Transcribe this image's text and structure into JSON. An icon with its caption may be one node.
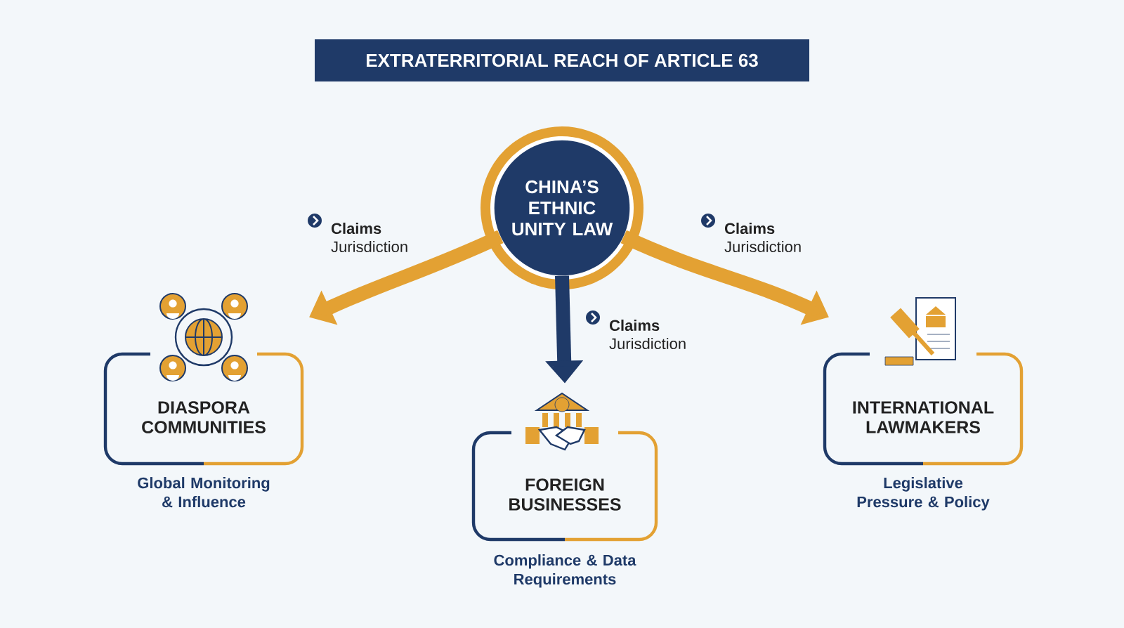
{
  "diagram": {
    "title": "EXTRATERRITORIAL REACH OF ARTICLE 63",
    "nodes": [
      {
        "text": [
          "CHINA’S ETHNIC UNITY LAW"
        ]
      },
      {
        "text": [
          "DIASPORA COMMUNITIES"
        ],
        "beside": [
          "Global Monitoring & Influence"
        ]
      },
      {
        "text": [
          "FOREIGN BUSINESSES"
        ],
        "beside": [
          "Compliance & Data Requirements"
        ]
      },
      {
        "text": [
          "INTERNATIONAL LAWMAKERS"
        ],
        "beside": [
          "Legislative Pressure & Policy"
        ]
      }
    ],
    "edges": [
      {
        "from": 0,
        "to": 1,
        "arrow": "to",
        "label": "**Claims** Jurisdiction"
      },
      {
        "from": 0,
        "to": 2,
        "arrow": "to",
        "label": "**Claims** Jurisdiction",
        "color": "#1f3a68"
      },
      {
        "from": 0,
        "to": 3,
        "arrow": "to",
        "label": "**Claims** Jurisdiction"
      }
    ]
  }
}
